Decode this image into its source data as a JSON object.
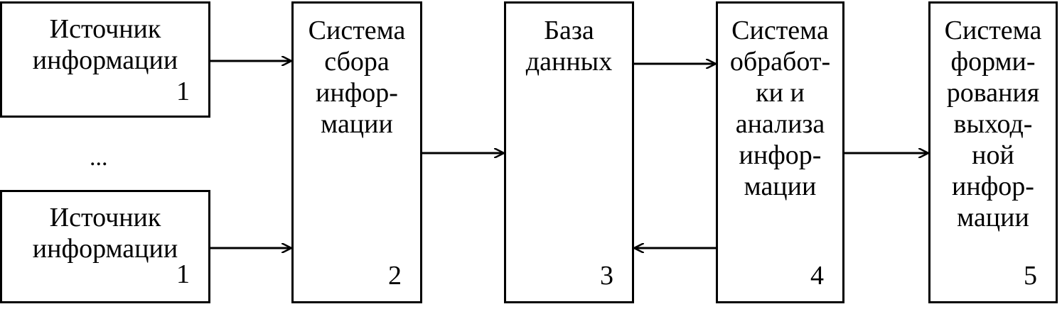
{
  "boxes": {
    "source_top": {
      "label": "Источник\nинформации",
      "number": "1"
    },
    "source_bottom": {
      "label": "Источник\nинформации",
      "number": "1"
    },
    "collection": {
      "label": "Система\nсбора\nинфор-\nмации",
      "number": "2"
    },
    "database": {
      "label": "База\nданных",
      "number": "3"
    },
    "processing": {
      "label": "Система\nобработ-\nки и\nанализа\nинфор-\nмации",
      "number": "4"
    },
    "output": {
      "label": "Система\nформи-\nрования\nвыход-\nной\nинфор-\nмации",
      "number": "5"
    }
  },
  "ellipsis": "...",
  "colors": {
    "stroke": "#000000",
    "background": "#ffffff"
  }
}
